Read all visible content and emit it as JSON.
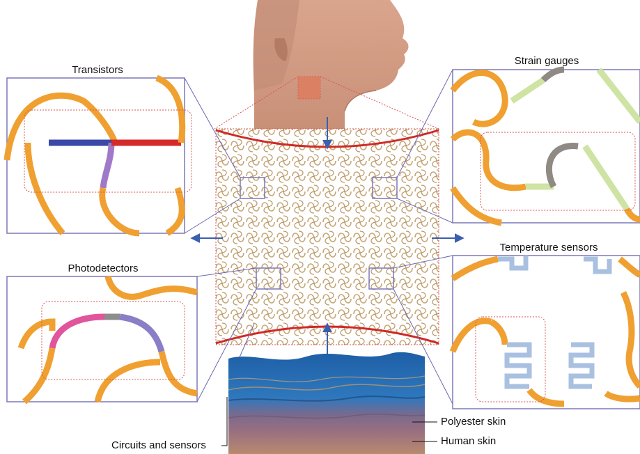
{
  "labels": {
    "transistors": "Transistors",
    "strain_gauges": "Strain gauges",
    "photodetectors": "Photodetectors",
    "temperature_sensors": "Temperature sensors",
    "polyester_skin": "Polyester skin",
    "human_skin": "Human skin",
    "circuits_and_sensors": "Circuits and sensors"
  },
  "colors": {
    "panel_border": "#7b79b8",
    "callout_line": "#6a68b0",
    "arrow": "#3a5fb0",
    "interconnect": "#f0a030",
    "interconnect_edge": "#c0771a",
    "dashed_box": "#d9534f",
    "edge_red": "#cf2a27",
    "transistor_blue": "#3a49a8",
    "transistor_purple": "#a07ac8",
    "transistor_red": "#d42a2a",
    "strain_green": "#cfe3a4",
    "strain_gray": "#8f8a84",
    "photo_pink": "#e0559c",
    "photo_gray": "#8d8d8d",
    "photo_violet": "#8a7ec6",
    "temp_blue": "#a9c0e0",
    "mesh_gold": "#c8a878",
    "skin_blue": "#2a6fb0",
    "skin_purple": "#8a6a80",
    "skin_brown": "#b58a70",
    "face_skin": "#e8b49a"
  }
}
